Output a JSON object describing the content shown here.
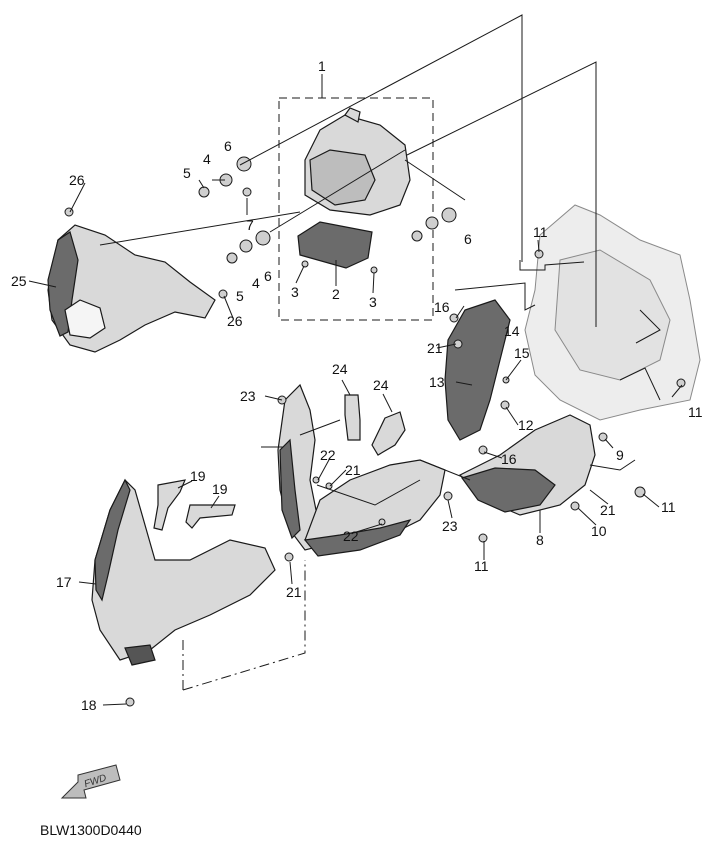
{
  "diagram": {
    "drawing_code": "BLW1300D0440",
    "fwd_label": "FWD",
    "callouts": [
      "1",
      "2",
      "3",
      "3",
      "4",
      "4",
      "5",
      "5",
      "6",
      "6",
      "6",
      "7",
      "8",
      "9",
      "10",
      "11",
      "11",
      "11",
      "11",
      "12",
      "13",
      "14",
      "15",
      "16",
      "16",
      "17",
      "18",
      "19",
      "19",
      "21",
      "21",
      "21",
      "21",
      "22",
      "22",
      "23",
      "23",
      "24",
      "24",
      "25",
      "26",
      "26"
    ]
  }
}
